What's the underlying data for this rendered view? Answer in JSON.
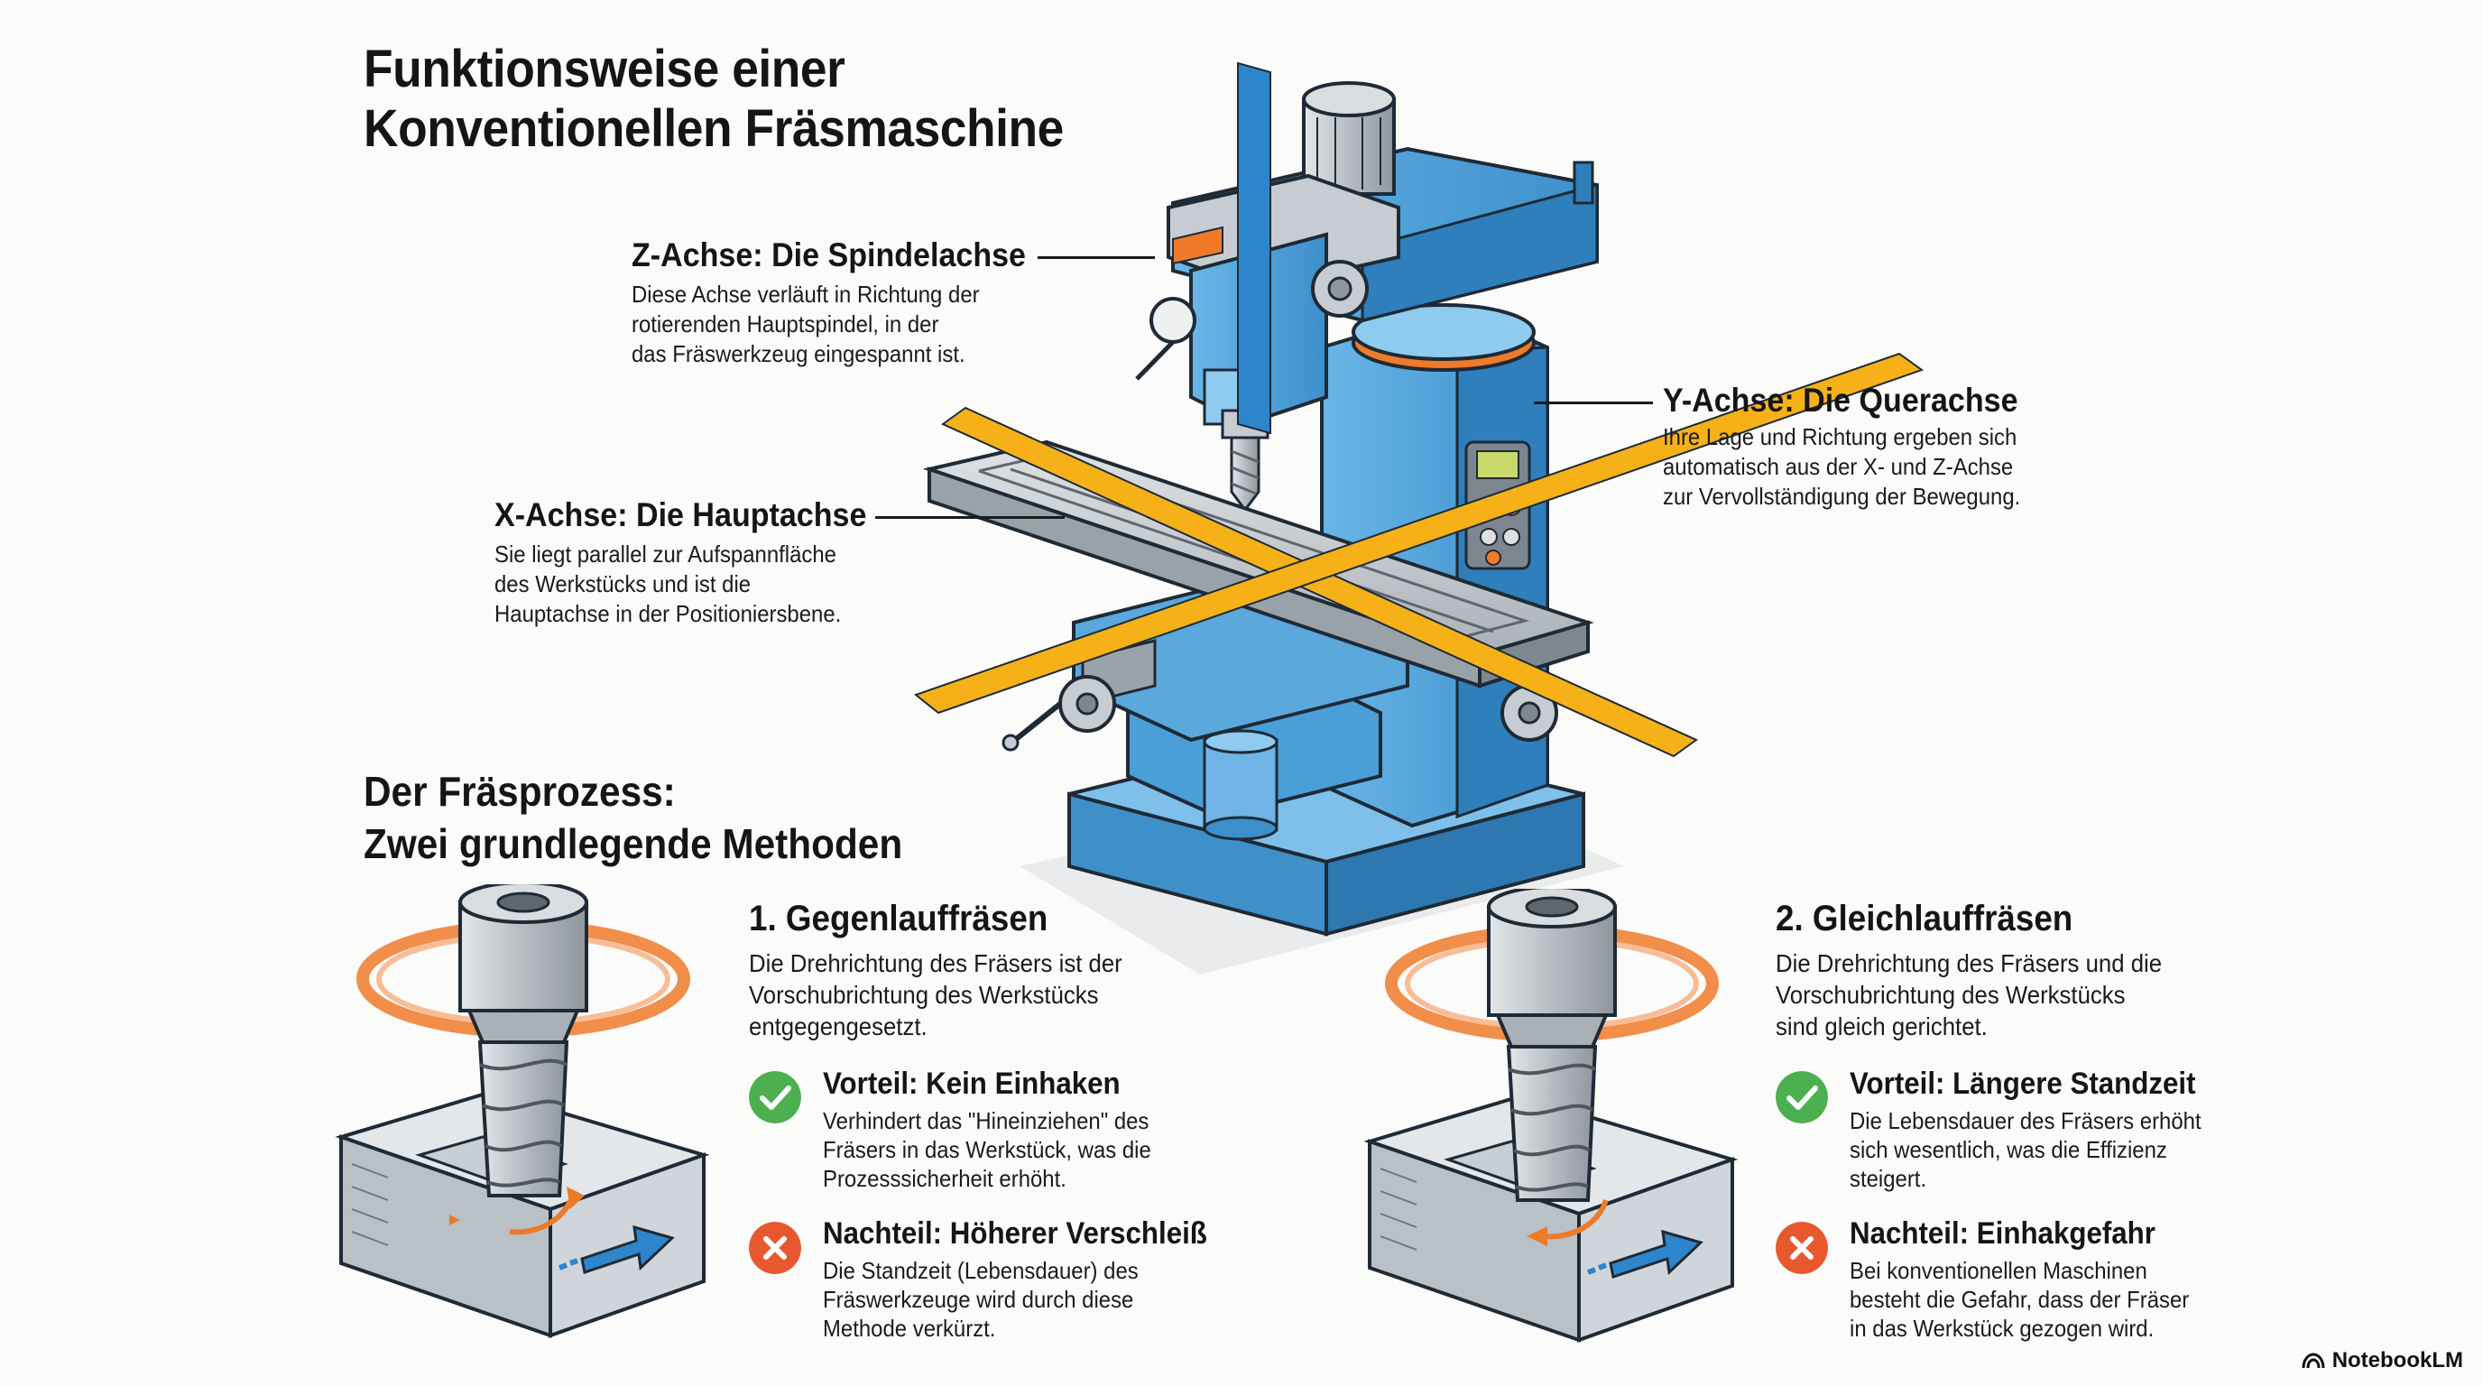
{
  "title": {
    "line1": "Funktionsweise einer",
    "line2": "Konventionellen Fräsmaschine"
  },
  "axes": {
    "z": {
      "heading": "Z-Achse: Die Spindelachse",
      "lines": [
        "Diese Achse verläuft in Richtung der",
        "rotierenden Hauptspindel, in der",
        "das Fräswerkzeug eingespannt ist."
      ]
    },
    "y": {
      "heading": "Y-Achse: Die Querachse",
      "lines": [
        "Ihre Lage und Richtung ergeben sich",
        "automatisch aus der X- und Z-Achse",
        "zur Vervollständigung der Bewegung."
      ]
    },
    "x": {
      "heading": "X-Achse: Die Hauptachse",
      "lines": [
        "Sie liegt parallel zur Aufspannfläche",
        "des Werkstücks und ist die",
        "Hauptachse in der Positioniersbene."
      ]
    }
  },
  "process": {
    "title_line1": "Der Fräsprozess:",
    "title_line2": "Zwei grundlegende Methoden"
  },
  "methods": [
    {
      "heading": "1. Gegenlauffräsen",
      "desc": [
        "Die Drehrichtung des Fräsers ist der",
        "Vorschubrichtung des Werkstücks",
        "entgegengesetzt."
      ],
      "pro_heading": "Vorteil: Kein Einhaken",
      "pro_text": [
        "Verhindert das \"Hineinziehen\" des",
        "Fräsers in das Werkstück, was die",
        "Prozesssicherheit erhöht."
      ],
      "con_heading": "Nachteil: Höherer Verschleiß",
      "con_text": [
        "Die Standzeit (Lebensdauer) des",
        "Fräswerkzeuge wird durch diese",
        "Methode verkürzt."
      ]
    },
    {
      "heading": "2. Gleichlauffräsen",
      "desc": [
        "Die Drehrichtung des Fräsers und die",
        "Vorschubrichtung des Werkstücks",
        "sind gleich gerichtet."
      ],
      "pro_heading": "Vorteil: Längere Standzeit",
      "pro_text": [
        "Die Lebensdauer des Fräsers erhöht",
        "sich wesentlich, was die Effizienz",
        "steigert."
      ],
      "con_heading": "Nachteil: Einhakgefahr",
      "con_text": [
        "Bei konventionellen Maschinen",
        "besteht die Gefahr, dass der Fräser",
        "in das Werkstück gezogen wird."
      ]
    }
  ],
  "brand": "NotebookLM",
  "colors": {
    "machine_blue": "#4a9fd8",
    "axis_yellow": "#f5b117",
    "axis_blue": "#2d86cc",
    "accent_orange": "#ee7a2a",
    "pro_green": "#4caf50",
    "con_orange": "#e8582e"
  },
  "icons": [
    "check-icon",
    "cross-icon",
    "notebooklm-logo-icon"
  ]
}
